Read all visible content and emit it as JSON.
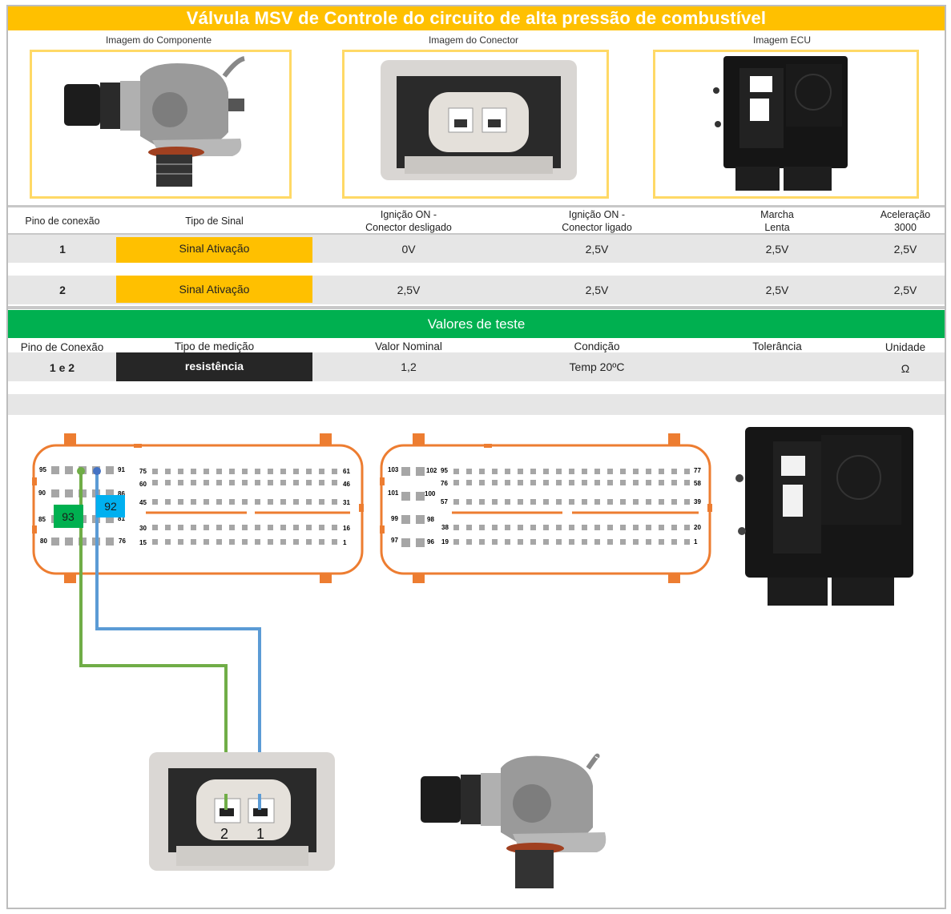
{
  "title": "Válvula MSV de Controle do circuito de alta pressão de combustível",
  "images": {
    "component_label": "Imagem do Componente",
    "connector_label": "Imagem do Conector",
    "ecu_label": "Imagem ECU"
  },
  "signal_table": {
    "headers": {
      "pin": "Pino de conexão",
      "signal_type": "Tipo de Sinal",
      "ign_on_disconnected_1": "Ignição ON -",
      "ign_on_disconnected_2": "Conector desligado",
      "ign_on_connected_1": "Ignição ON -",
      "ign_on_connected_2": "Conector ligado",
      "idle_1": "Marcha",
      "idle_2": "Lenta",
      "accel_1": "Aceleração",
      "accel_2": "3000"
    },
    "rows": [
      {
        "pin": "1",
        "signal_type": "Sinal Ativação",
        "ign_on_disconnected": "0V",
        "ign_on_connected": "2,5V",
        "idle": "2,5V",
        "accel": "2,5V"
      },
      {
        "pin": "2",
        "signal_type": "Sinal Ativação",
        "ign_on_disconnected": "2,5V",
        "ign_on_connected": "2,5V",
        "idle": "2,5V",
        "accel": "2,5V"
      }
    ]
  },
  "test_values": {
    "title": "Valores de teste",
    "headers": {
      "pin": "Pino de Conexão",
      "measurement": "Tipo de medição",
      "nominal": "Valor Nominal",
      "condition": "Condição",
      "tolerance": "Tolerância",
      "unit": "Unidade"
    },
    "rows": [
      {
        "pin": "1 e 2",
        "measurement": "resistência",
        "nominal": "1,2",
        "condition": "Temp 20ºC",
        "tolerance": "",
        "unit": "Ω"
      }
    ]
  },
  "diagram": {
    "connector_a": {
      "labels": [
        "95",
        "91",
        "90",
        "85",
        "80",
        "76",
        "75",
        "60",
        "45",
        "30",
        "15",
        "61",
        "46",
        "31",
        "16",
        "1",
        "86",
        "81"
      ],
      "highlight_green": "93",
      "highlight_blue": "92"
    },
    "connector_b": {
      "labels": [
        "103",
        "102",
        "101",
        "100",
        "99",
        "98",
        "97",
        "96",
        "95",
        "76",
        "57",
        "38",
        "19",
        "77",
        "58",
        "39",
        "20",
        "1"
      ]
    },
    "component_connector_pins": [
      "2",
      "1"
    ],
    "colors": {
      "outline": "#ed7d31",
      "pin": "#a6a6a6",
      "wire_green": "#70ad47",
      "wire_blue": "#5b9bd5",
      "label_green": "#00b050",
      "label_blue": "#00b0f0"
    }
  }
}
